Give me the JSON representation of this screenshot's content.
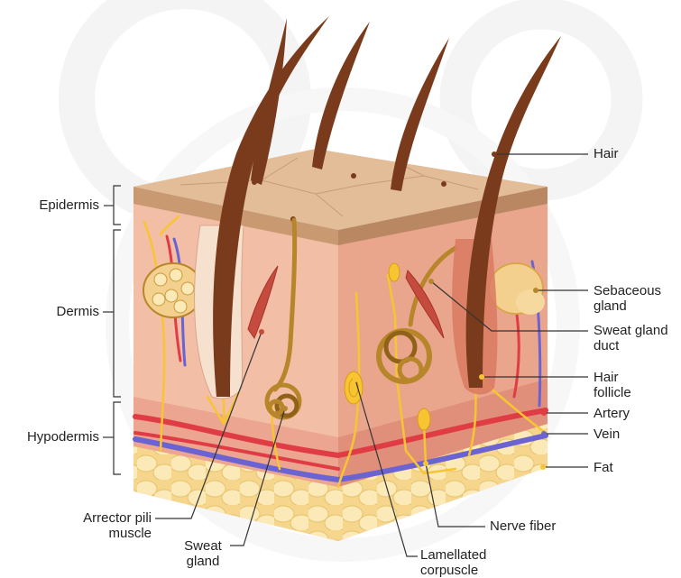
{
  "labels": {
    "epidermis": "Epidermis",
    "dermis": "Dermis",
    "hypodermis": "Hypodermis",
    "arrector_pili": [
      "Arrector pili",
      "muscle"
    ],
    "sweat_gland": [
      "Sweat",
      "gland"
    ],
    "lamellated_corpuscle": [
      "Lamellated",
      "corpuscle"
    ],
    "nerve_fiber": "Nerve fiber",
    "hair": "Hair",
    "sebaceous_gland": [
      "Sebaceous",
      "gland"
    ],
    "sweat_gland_duct": [
      "Sweat gland",
      "duct"
    ],
    "hair_follicle": [
      "Hair",
      "follicle"
    ],
    "artery": "Artery",
    "vein": "Vein",
    "fat": "Fat"
  },
  "colors": {
    "epidermis_top": "#d9b38c",
    "dermis": "#f0b9a0",
    "dermis_side": "#e49f86",
    "hypodermis_fat": "#f9dfa0",
    "artery": "#e03c45",
    "vein": "#6a63d1",
    "nerve": "#f7c531",
    "hair": "#7a3b1c",
    "gland": "#b8862a",
    "muscle": "#c64b3f",
    "watermark": "#e8e8e8"
  }
}
